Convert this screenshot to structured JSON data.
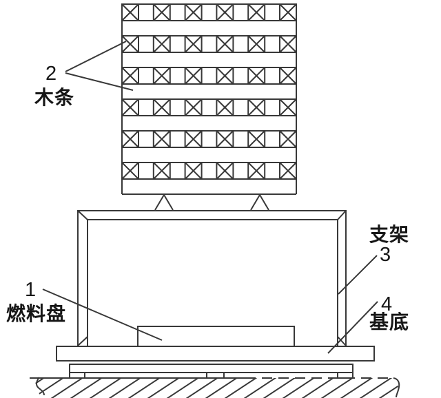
{
  "figure": {
    "callouts": {
      "wood_strips": {
        "number": "2",
        "label": "木条"
      },
      "fuel_pan": {
        "number": "1",
        "label": "燃料盘"
      },
      "support_frame": {
        "label": "支架",
        "number": "3"
      },
      "base": {
        "number": "4",
        "label": "基底"
      }
    },
    "crib": {
      "layers": 6,
      "sticks_per_layer": 6
    },
    "colors": {
      "line": "#383838",
      "background": "#ffffff",
      "text": "#161616"
    }
  }
}
